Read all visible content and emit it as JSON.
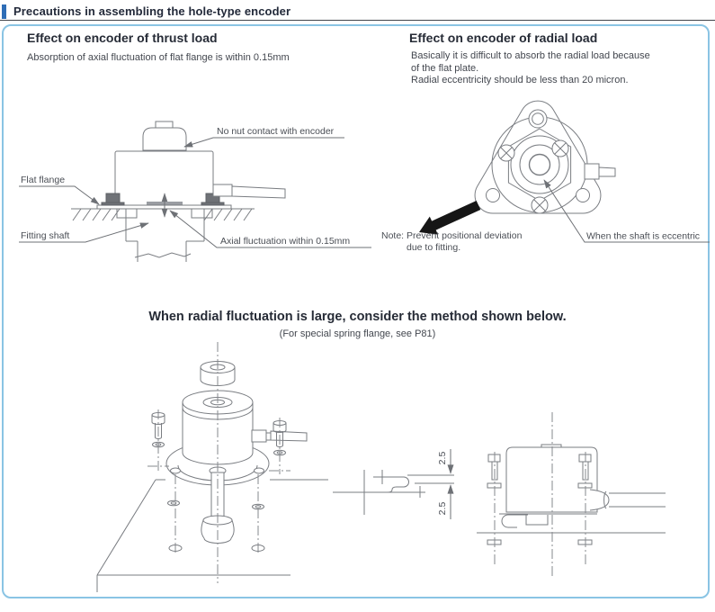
{
  "header": {
    "title": "Precautions in assembling the hole-type encoder"
  },
  "thrust": {
    "heading": "Effect on encoder of thrust load",
    "description": "Absorption of axial fluctuation of flat flange is within 0.15mm",
    "labels": {
      "no_nut": "No nut contact with encoder",
      "flat_flange": "Flat flange",
      "fitting_shaft": "Fitting shaft",
      "axial_fluctuation": "Axial fluctuation within 0.15mm"
    }
  },
  "radial": {
    "heading": "Effect on encoder of radial load",
    "description_lines": [
      "Basically it is difficult to absorb the radial load because",
      "of the flat plate.",
      "Radial eccentricity should be less than 20 micron."
    ],
    "labels": {
      "note_line1": "Note: Prevent positional deviation",
      "note_line2": "due to fitting.",
      "eccentric": "When the shaft is eccentric"
    }
  },
  "method": {
    "heading": "When radial fluctuation is large, consider the method shown below.",
    "subheading": "(For special spring flange, see P81)",
    "dimension_top": "2.5",
    "dimension_bottom": "2.5"
  },
  "colors": {
    "accent_bar": "#2e6db6",
    "panel_border": "#8ac4e4",
    "heading_text": "#262b36",
    "body_text": "#43474f",
    "drawing_line": "#7a7d82"
  }
}
